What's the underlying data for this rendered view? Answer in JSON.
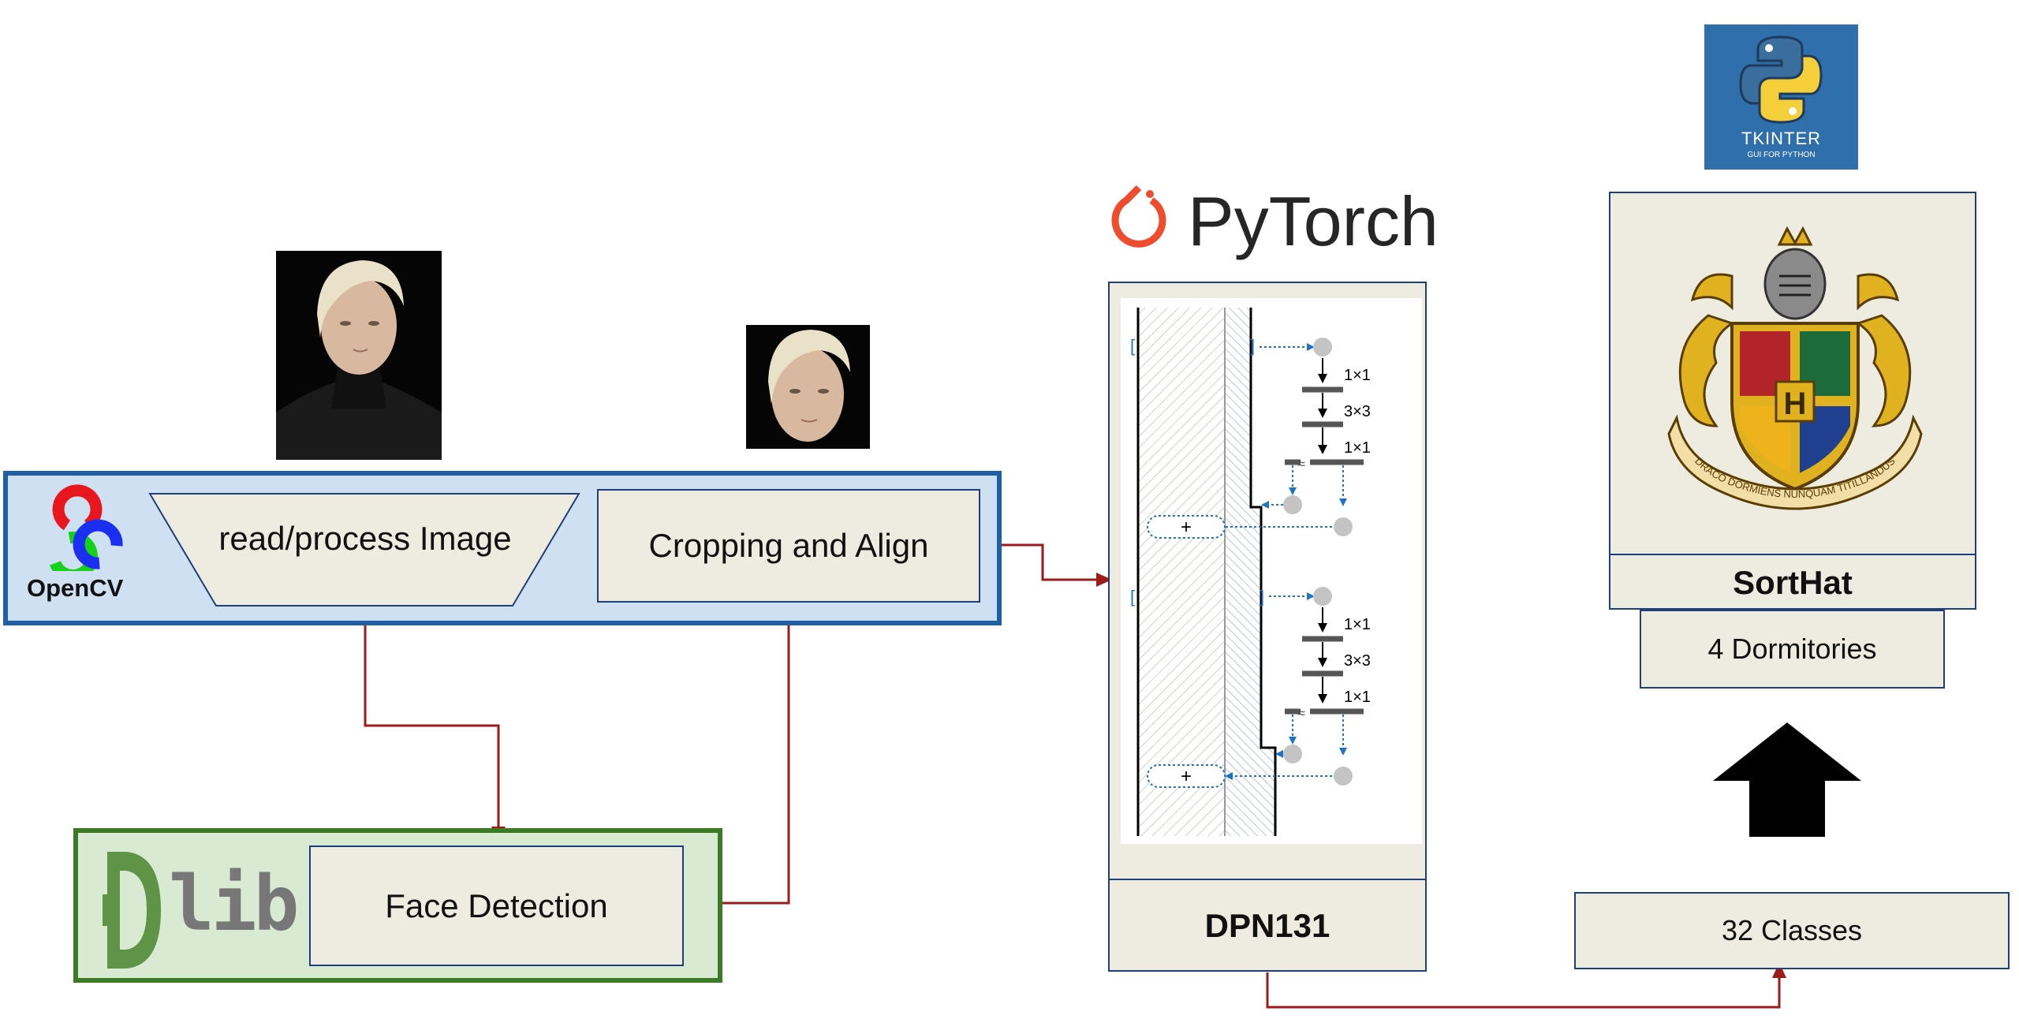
{
  "opencv": {
    "logo_text": "OpenCV",
    "read_label": "read/process Image",
    "crop_label": "Cropping and Align"
  },
  "dlib": {
    "logo_text": "lib",
    "face_label": "Face Detection"
  },
  "pytorch": {
    "logo_text": "PyTorch",
    "model_label": "DPN131",
    "block_labels": [
      "1×1",
      "3×3",
      "1×1",
      "1×1",
      "3×3",
      "1×1"
    ],
    "plus_symbol": "+"
  },
  "sorthat": {
    "tkinter_title": "TKINTER",
    "tkinter_subtitle": "GUI FOR PYTHON",
    "crest_motto": "DRACO DORMIENS NUNQUAM TITILLANDUS",
    "crest_letter": "H",
    "title": "SortHat",
    "dormitories_label": "4 Dormitories",
    "classes_label": "32 Classes"
  },
  "colors": {
    "opencv_panel_fill": "#cfe0f3",
    "opencv_panel_border": "#1f5fa8",
    "dlib_panel_fill": "#d9ead3",
    "dlib_panel_border": "#3d7a26",
    "arrow": "#9e1b1b",
    "box_fill": "#eeece1",
    "pytorch_orange": "#ee4c2c",
    "tkinter_blue": "#2f6fab"
  }
}
